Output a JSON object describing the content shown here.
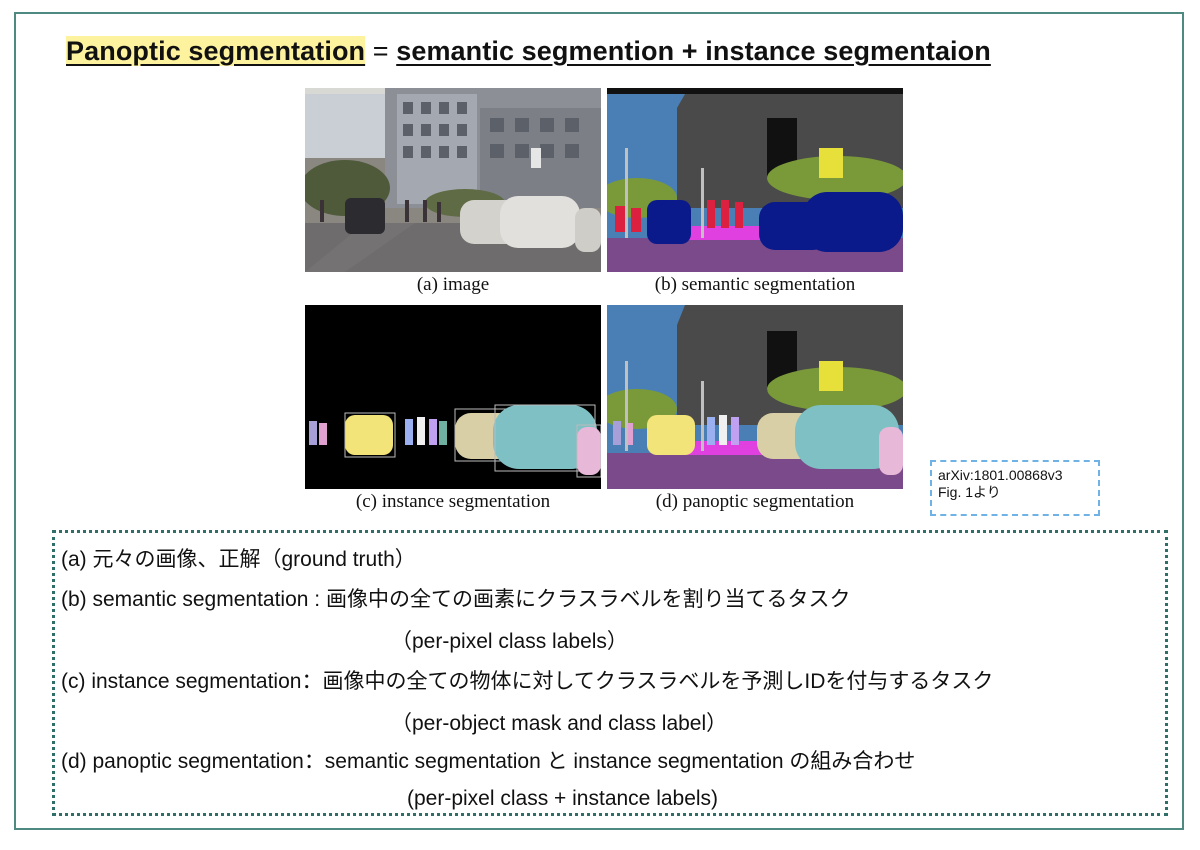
{
  "title": {
    "highlight": "Panoptic segmentation",
    "equals": " = ",
    "rest": "semantic segmention + instance segmentaion"
  },
  "figure": {
    "captions": {
      "a": "(a) image",
      "b": "(b) semantic segmentation",
      "c": "(c) instance segmentation",
      "d": "(d) panoptic segmentation"
    }
  },
  "citation": {
    "line1": "arXiv:1801.00868v3",
    "line2": "Fig. 1より"
  },
  "legend": {
    "a": "(a) 元々の画像、正解（ground truth）",
    "b": "(b) semantic segmentation : 画像中の全ての画素にクラスラベルを割り当てるタスク",
    "b_sub": "（per-pixel class labels）",
    "c": "(c) instance segmentation：画像中の全ての物体に対してクラスラベルを予測しIDを付与するタスク",
    "c_sub": "（per-object mask and class label）",
    "d": "(d) panoptic segmentation：semantic segmentation と instance segmentation の組み合わせ",
    "d_sub": "(per-pixel class + instance labels)"
  },
  "colors": {
    "frame": "#4f8a81",
    "legend_border": "#2f6f67",
    "title_highlight": "#fdf29e",
    "citation_border": "#6fb3e6",
    "sky": "#4a7fb5",
    "building": "#4a4a4a",
    "vegetation": "#7a9a3a",
    "road": "#7a4a8a",
    "car": "#0a1a8a",
    "person": "#dc2040",
    "sidewalk": "#e040e0"
  }
}
